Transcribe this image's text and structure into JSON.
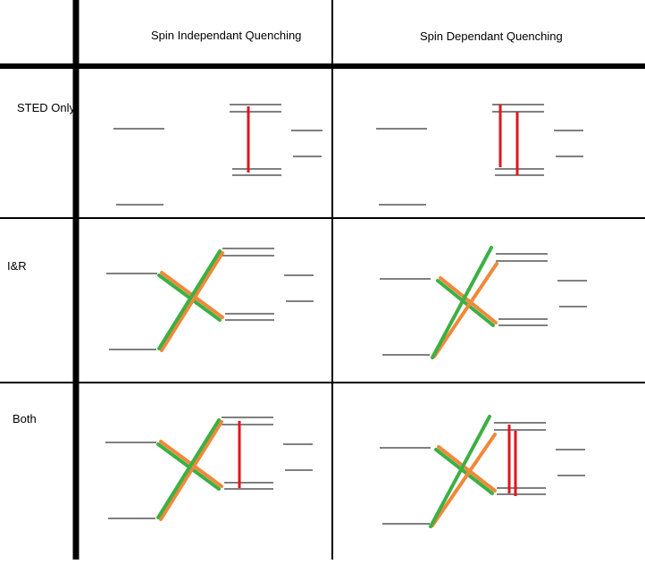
{
  "columns": {
    "spin_independent": "Spin Independant    Quenching",
    "spin_dependent": "Spin Dependant     Quenching"
  },
  "rows": {
    "sted_only": "STED Only",
    "i_and_r": "I&R",
    "both": "Both"
  },
  "colors": {
    "grid": "#000000",
    "level": "#000000",
    "stimulated_emission": "#e2141b",
    "crossing_orange": "#f0883a",
    "crossing_green": "#3cb043"
  }
}
